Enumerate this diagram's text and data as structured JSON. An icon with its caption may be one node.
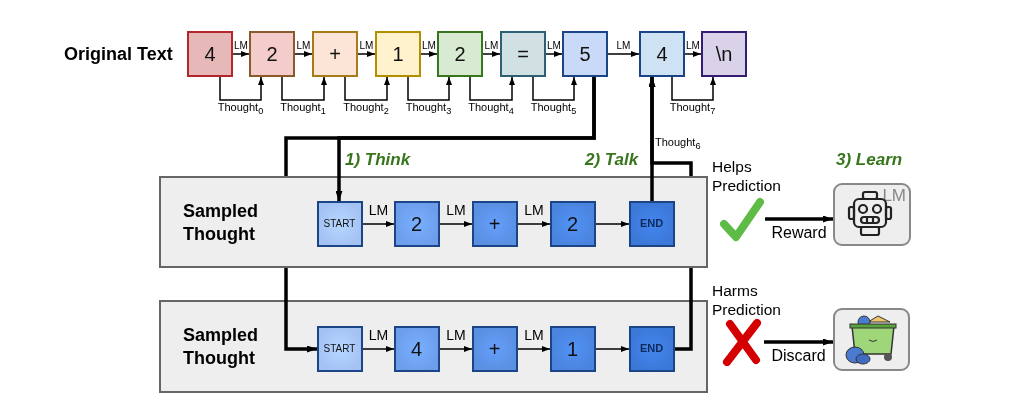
{
  "diagram": {
    "nodes": [
      {
        "text": [
          "4"
        ]
      },
      {
        "text": [
          "2"
        ]
      },
      {
        "text": [
          "+"
        ]
      },
      {
        "text": [
          "1"
        ]
      },
      {
        "text": [
          "2"
        ]
      },
      {
        "text": [
          "="
        ]
      },
      {
        "text": [
          "5"
        ]
      },
      {
        "text": [
          "4"
        ]
      },
      {
        "text": [
          "\\n"
        ]
      },
      {
        "text": [
          "Sampled Thought"
        ]
      },
      {
        "text": [
          "START"
        ],
        "in": 9
      },
      {
        "text": [
          "2"
        ],
        "in": 9
      },
      {
        "text": [
          "+"
        ],
        "in": 9
      },
      {
        "text": [
          "2"
        ],
        "in": 9
      },
      {
        "text": [
          "END"
        ],
        "in": 9
      },
      {
        "text": [
          "Sampled Thought"
        ]
      },
      {
        "text": [
          "START"
        ],
        "in": 15
      },
      {
        "text": [
          "4"
        ],
        "in": 15
      },
      {
        "text": [
          "+"
        ],
        "in": 15
      },
      {
        "text": [
          "1"
        ],
        "in": 15
      },
      {
        "text": [
          "END"
        ],
        "in": 15
      },
      {
        "text": [],
        "shape": "checkmark",
        "beside": [
          "Helps Prediction"
        ]
      },
      {
        "text": [
          "LM"
        ],
        "beside": [
          "3) Learn"
        ]
      },
      {
        "text": [],
        "shape": "cross",
        "beside": [
          "Harms Prediction"
        ]
      },
      {
        "text": [],
        "shape": "box"
      }
    ],
    "edges": [
      {
        "from": 0,
        "to": 1,
        "arrow": "to",
        "label": "LM"
      },
      {
        "from": 1,
        "to": 2,
        "arrow": "to",
        "label": "LM"
      },
      {
        "from": 2,
        "to": 3,
        "arrow": "to",
        "label": "LM"
      },
      {
        "from": 3,
        "to": 4,
        "arrow": "to",
        "label": "LM"
      },
      {
        "from": 4,
        "to": 5,
        "arrow": "to",
        "label": "LM"
      },
      {
        "from": 5,
        "to": 6,
        "arrow": "to",
        "label": "LM"
      },
      {
        "from": 6,
        "to": 7,
        "arrow": "to",
        "label": "LM"
      },
      {
        "from": 7,
        "to": 8,
        "arrow": "to",
        "label": "LM"
      },
      {
        "from": 0,
        "to": 1,
        "arrow": "to",
        "label": "Thought$_{0}$"
      },
      {
        "from": 1,
        "to": 2,
        "arrow": "to",
        "label": "Thought$_{1}$"
      },
      {
        "from": 2,
        "to": 3,
        "arrow": "to",
        "label": "Thought$_{2}$"
      },
      {
        "from": 3,
        "to": 4,
        "arrow": "to",
        "label": "Thought$_{3}$"
      },
      {
        "from": 4,
        "to": 5,
        "arrow": "to",
        "label": "Thought$_{4}$"
      },
      {
        "from": 5,
        "to": 6,
        "arrow": "to",
        "label": "Thought$_{5}$"
      },
      {
        "from": 7,
        "to": 8,
        "arrow": "to",
        "label": "Thought$_{7}$"
      },
      {
        "from": 6,
        "to": 10,
        "arrow": "to",
        "style": "thick"
      },
      {
        "from": 6,
        "to": 16,
        "arrow": "to",
        "style": "thick"
      },
      {
        "from": 14,
        "to": 7,
        "arrow": "to",
        "style": "thick",
        "label": "Thought$_{6}$"
      },
      {
        "from": 20,
        "to": 7,
        "arrow": "to",
        "style": "thick"
      },
      {
        "from": 10,
        "to": 11,
        "arrow": "to",
        "label": "LM"
      },
      {
        "from": 11,
        "to": 12,
        "arrow": "to",
        "label": "LM"
      },
      {
        "from": 12,
        "to": 13,
        "arrow": "to",
        "label": "LM"
      },
      {
        "from": 13,
        "to": 14,
        "arrow": "to"
      },
      {
        "from": 16,
        "to": 17,
        "arrow": "to",
        "label": "LM"
      },
      {
        "from": 17,
        "to": 18,
        "arrow": "to",
        "label": "LM"
      },
      {
        "from": 18,
        "to": 19,
        "arrow": "to",
        "label": "LM"
      },
      {
        "from": 19,
        "to": 20,
        "arrow": "to"
      },
      {
        "from": 21,
        "to": 22,
        "arrow": "to",
        "style": "thick",
        "label": "Reward"
      },
      {
        "from": 23,
        "to": 24,
        "arrow": "to",
        "style": "thick",
        "label": "Discard"
      }
    ],
    "labels": [
      "Original Text",
      "1) Think",
      "2) Talk"
    ]
  }
}
